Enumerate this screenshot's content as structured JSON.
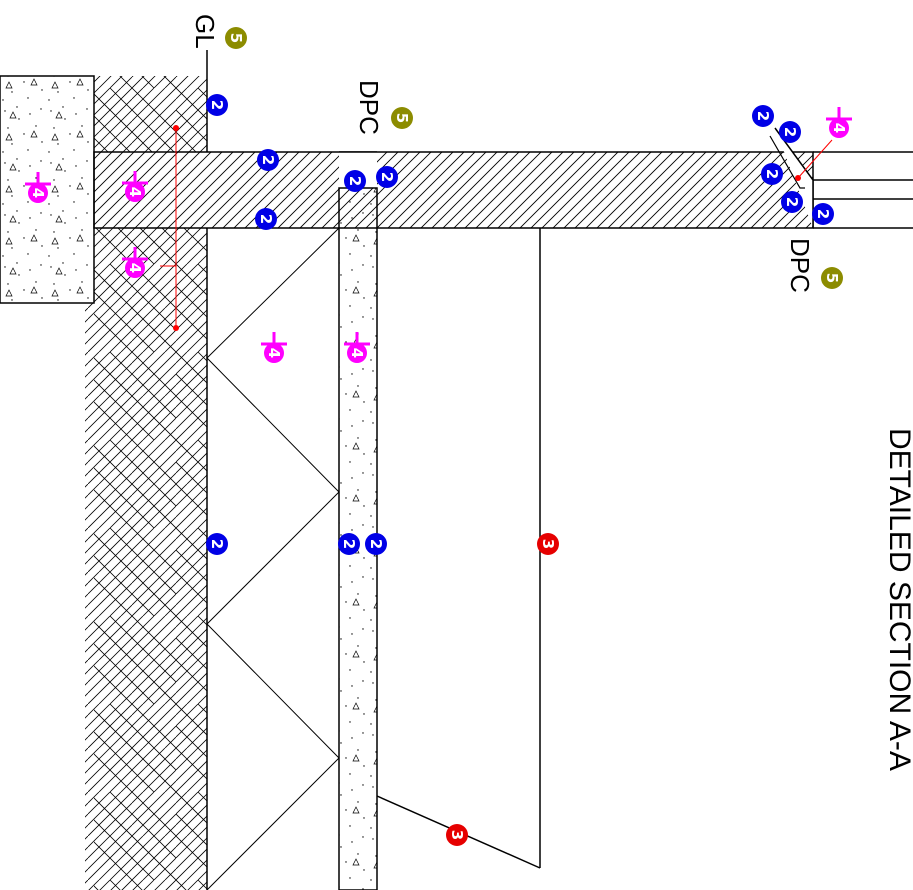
{
  "drawing": {
    "title": "DETAILED SECTION A-A",
    "labels": {
      "ground_level": "GL",
      "dpc_top": "DPC",
      "dpc_right": "DPC"
    }
  },
  "markers": {
    "blue": "2",
    "red": "3",
    "olive": "5",
    "magenta": "4"
  },
  "colors": {
    "blue_marker": "#0000e6",
    "red_marker": "#e60000",
    "olive_marker": "#8c8c00",
    "magenta_marker": "#ff00ff",
    "linework": "#000000",
    "dimension_line": "#ff0000"
  }
}
